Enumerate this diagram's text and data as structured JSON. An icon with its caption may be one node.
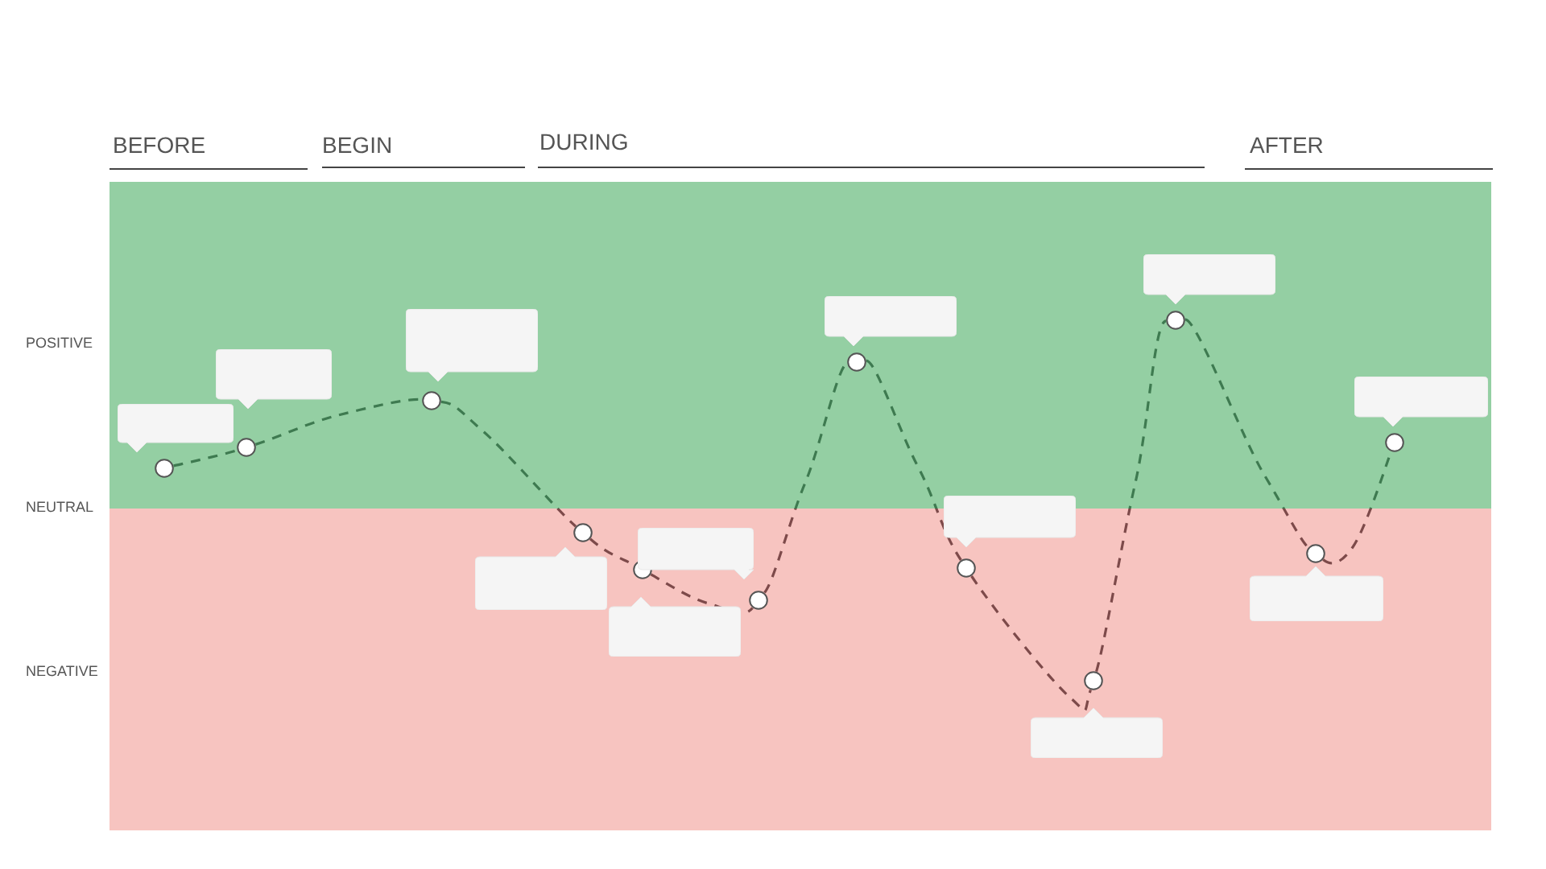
{
  "diagram": {
    "nodes": [
      {
        "text": [],
        "shape": "box"
      },
      {
        "text": [],
        "shape": "circle"
      },
      {
        "text": [],
        "shape": "box"
      },
      {
        "text": [],
        "shape": "circle"
      },
      {
        "text": [],
        "shape": "box"
      },
      {
        "text": [],
        "shape": "circle"
      },
      {
        "text": [],
        "shape": "box"
      },
      {
        "text": [],
        "shape": "circle"
      },
      {
        "text": [],
        "shape": "box"
      },
      {
        "text": [],
        "shape": "circle"
      },
      {
        "text": [],
        "shape": "box"
      },
      {
        "text": [],
        "shape": "circle"
      },
      {
        "text": [],
        "shape": "box"
      },
      {
        "text": [],
        "shape": "circle"
      },
      {
        "text": [],
        "shape": "box"
      },
      {
        "text": [],
        "shape": "circle"
      },
      {
        "text": [],
        "shape": "box"
      },
      {
        "text": [],
        "shape": "circle"
      },
      {
        "text": [],
        "shape": "box"
      },
      {
        "text": [],
        "shape": "circle"
      },
      {
        "text": [],
        "shape": "box"
      },
      {
        "text": [],
        "shape": "circle"
      },
      {
        "text": [],
        "shape": "box"
      },
      {
        "text": [],
        "shape": "circle"
      }
    ],
    "edges": [
      {
        "from": 1,
        "to": 3,
        "arrow": "none",
        "style": "dashed"
      },
      {
        "from": 3,
        "to": 5,
        "arrow": "none",
        "style": "dashed"
      },
      {
        "from": 5,
        "to": 7,
        "arrow": "none",
        "style": "dashed"
      },
      {
        "from": 7,
        "to": 9,
        "arrow": "none",
        "style": "dashed"
      },
      {
        "from": 9,
        "to": 11,
        "arrow": "none",
        "style": "dashed"
      },
      {
        "from": 11,
        "to": 13,
        "arrow": "none",
        "style": "dashed"
      },
      {
        "from": 13,
        "to": 15,
        "arrow": "none",
        "style": "dashed"
      },
      {
        "from": 15,
        "to": 17,
        "arrow": "none",
        "style": "dashed"
      },
      {
        "from": 17,
        "to": 19,
        "arrow": "none",
        "style": "dashed"
      },
      {
        "from": 19,
        "to": 21,
        "arrow": "none",
        "style": "dashed"
      },
      {
        "from": 21,
        "to": 23,
        "arrow": "none",
        "style": "dashed"
      }
    ],
    "labels": [
      "BEFORE",
      "BEGIN",
      "DURING",
      "AFTER",
      "POSITIVE",
      "NEUTRAL",
      "NEGATIVE"
    ]
  }
}
